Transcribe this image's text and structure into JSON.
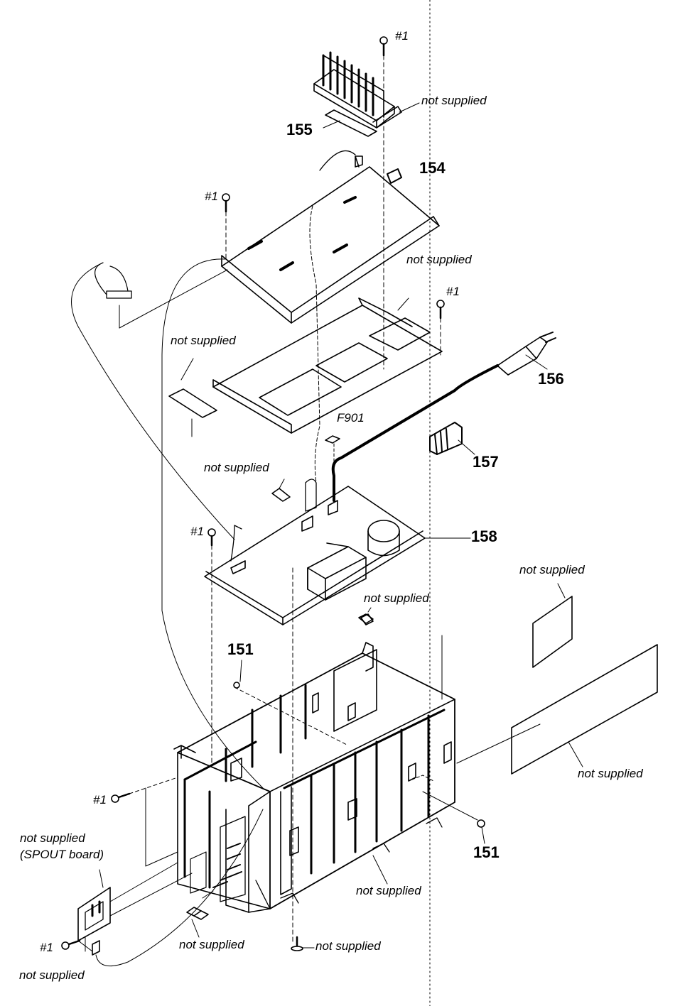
{
  "labels": {
    "part_155": "155",
    "part_154": "154",
    "part_156": "156",
    "part_157": "157",
    "part_158": "158",
    "part_151_left": "151",
    "part_151_right": "151",
    "fuse_f901": "F901",
    "screw_1_top": "#1",
    "screw_1_board": "#1",
    "screw_1_right": "#1",
    "screw_1_mid": "#1",
    "screw_1_chassis": "#1",
    "screw_1_spout": "#1",
    "note_heatsink": "not supplied",
    "note_bracket": "not supplied",
    "note_sheet_left": "not supplied",
    "note_mid_left": "not supplied",
    "note_chassis_top": "not supplied",
    "note_panel_right": "not supplied",
    "note_panel_long": "not supplied",
    "note_spout_line1": "not supplied",
    "note_spout_line2": "(SPOUT board)",
    "note_spout_bottom": "not supplied",
    "note_foot": "not supplied",
    "note_screw_bottom": "not supplied",
    "note_chassis_bottom": "not supplied"
  },
  "colors": {
    "line": "#000000",
    "background": "#ffffff"
  }
}
